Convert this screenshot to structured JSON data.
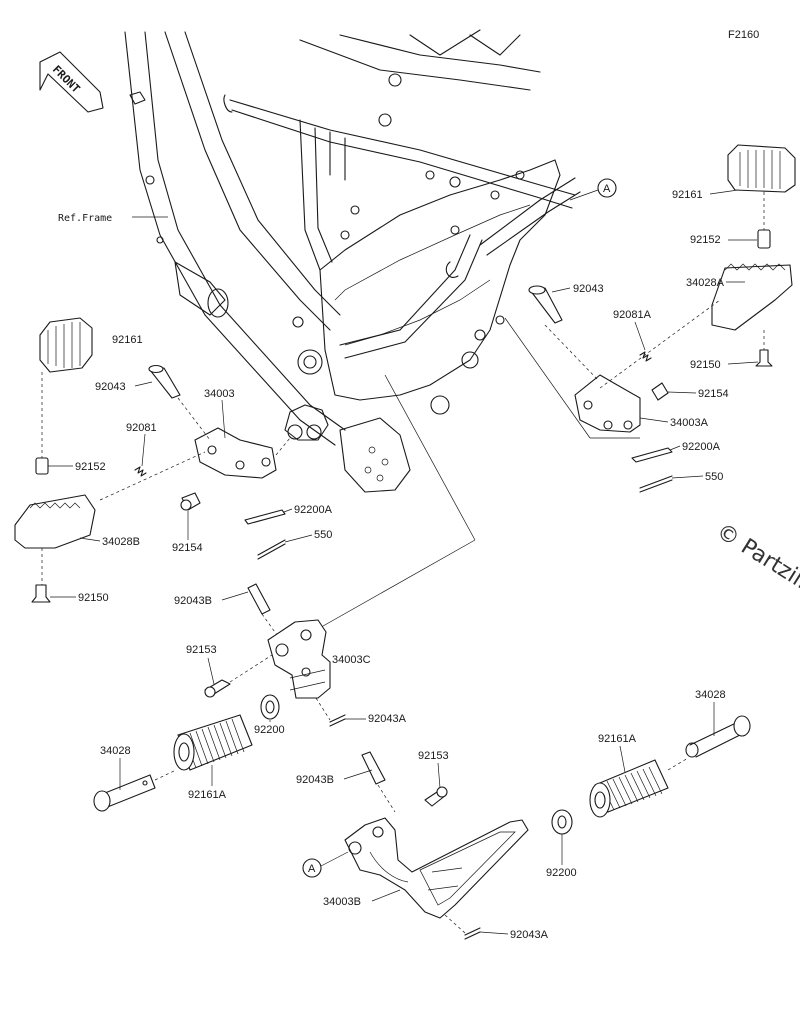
{
  "diagram_id": "F2160",
  "front_label": "FRONT",
  "ref_frame": "Ref.Frame",
  "watermark": "© Partzilla",
  "ref_marks": [
    "A",
    "A"
  ],
  "parts": {
    "p92161_r": "92161",
    "p92152_r": "92152",
    "p34028A_r": "34028A",
    "p92081A_r": "92081A",
    "p92150_r": "92150",
    "p92043_r": "92043",
    "p92154_r": "92154",
    "p34003A_r": "34003A",
    "p92200A_r": "92200A",
    "p550_r": "550",
    "p92161_l": "92161",
    "p92043_l": "92043",
    "p34003_l": "34003",
    "p92081_l": "92081",
    "p92152_l": "92152",
    "p34028B_l": "34028B",
    "p92154_l": "92154",
    "p92200A_l": "92200A",
    "p550_l": "550",
    "p92150_l": "92150",
    "p92043B_a": "92043B",
    "p92153_a": "92153",
    "p34003C_a": "34003C",
    "p92043A_a": "92043A",
    "p92200_a": "92200",
    "p34028_a": "34028",
    "p92161A_a": "92161A",
    "p92043B_b": "92043B",
    "p92153_b": "92153",
    "p34003B_b": "34003B",
    "p92043A_b": "92043A",
    "p92200_b": "92200",
    "p92161A_b": "92161A",
    "p34028_b": "34028"
  }
}
